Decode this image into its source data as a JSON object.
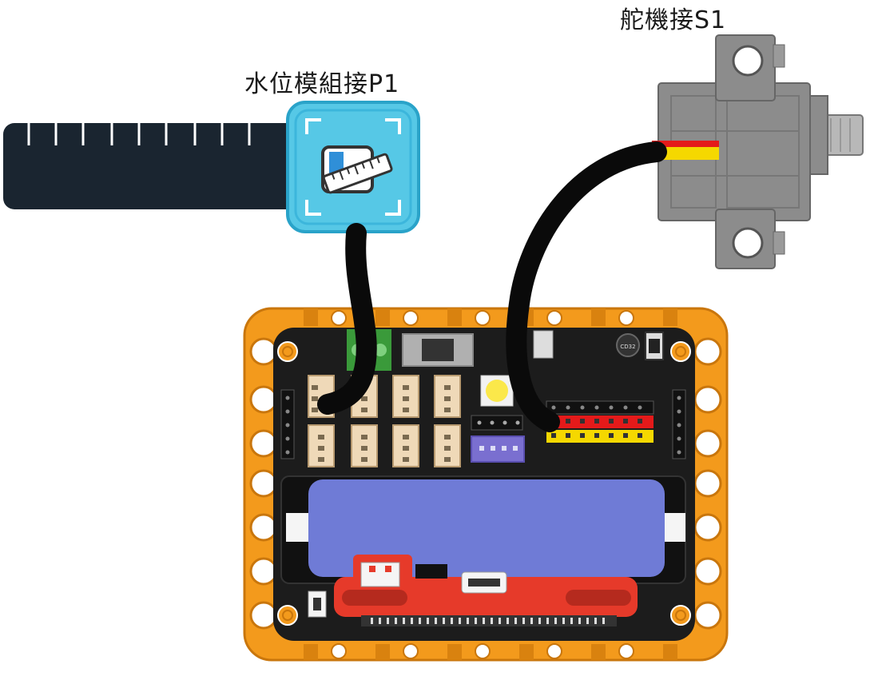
{
  "labels": {
    "water_module": "水位模組接P1",
    "servo": "舵機接S1"
  },
  "board": {
    "chip_marking": "CD32"
  },
  "colors": {
    "frame_orange": "#f39a1c",
    "board_black": "#1c1c1c",
    "battery_blue": "#6f7bd6",
    "module_cyan": "#56c8e6",
    "servo_gray": "#8c8c8c",
    "cable_black": "#0a0a0a",
    "wire_red": "#e41a1a",
    "wire_yellow": "#f5d800",
    "header_purple": "#7a6fd0",
    "pcb_red": "#e63a2a"
  }
}
